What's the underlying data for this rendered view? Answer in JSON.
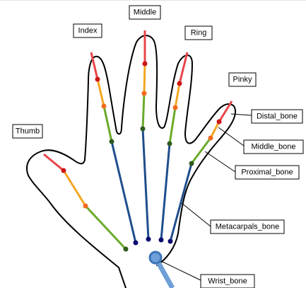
{
  "colors": {
    "distal": "#e8454a",
    "middle": "#f5a623",
    "proximal": "#6aaa2a",
    "metacarpal": "#1f4e8c",
    "wrist": "#6e9fd6",
    "wrist_ring": "#3b75b8",
    "joint_distal": "#cc1616",
    "joint_middle": "#f06a1e",
    "joint_proximal": "#2e5a1e",
    "joint_base": "#0a0a6e",
    "outline": "#000000"
  },
  "finger_labels": {
    "thumb": "Thumb",
    "index": "Index",
    "middle": "Middle",
    "ring": "Ring",
    "pinky": "Pinky"
  },
  "bone_labels": {
    "distal": "Distal_bone",
    "middle": "Middle_bone",
    "proximal": "Proximal_bone",
    "metacarpals": "Metacarpals_bone",
    "wrist": "Wrist_bone"
  }
}
